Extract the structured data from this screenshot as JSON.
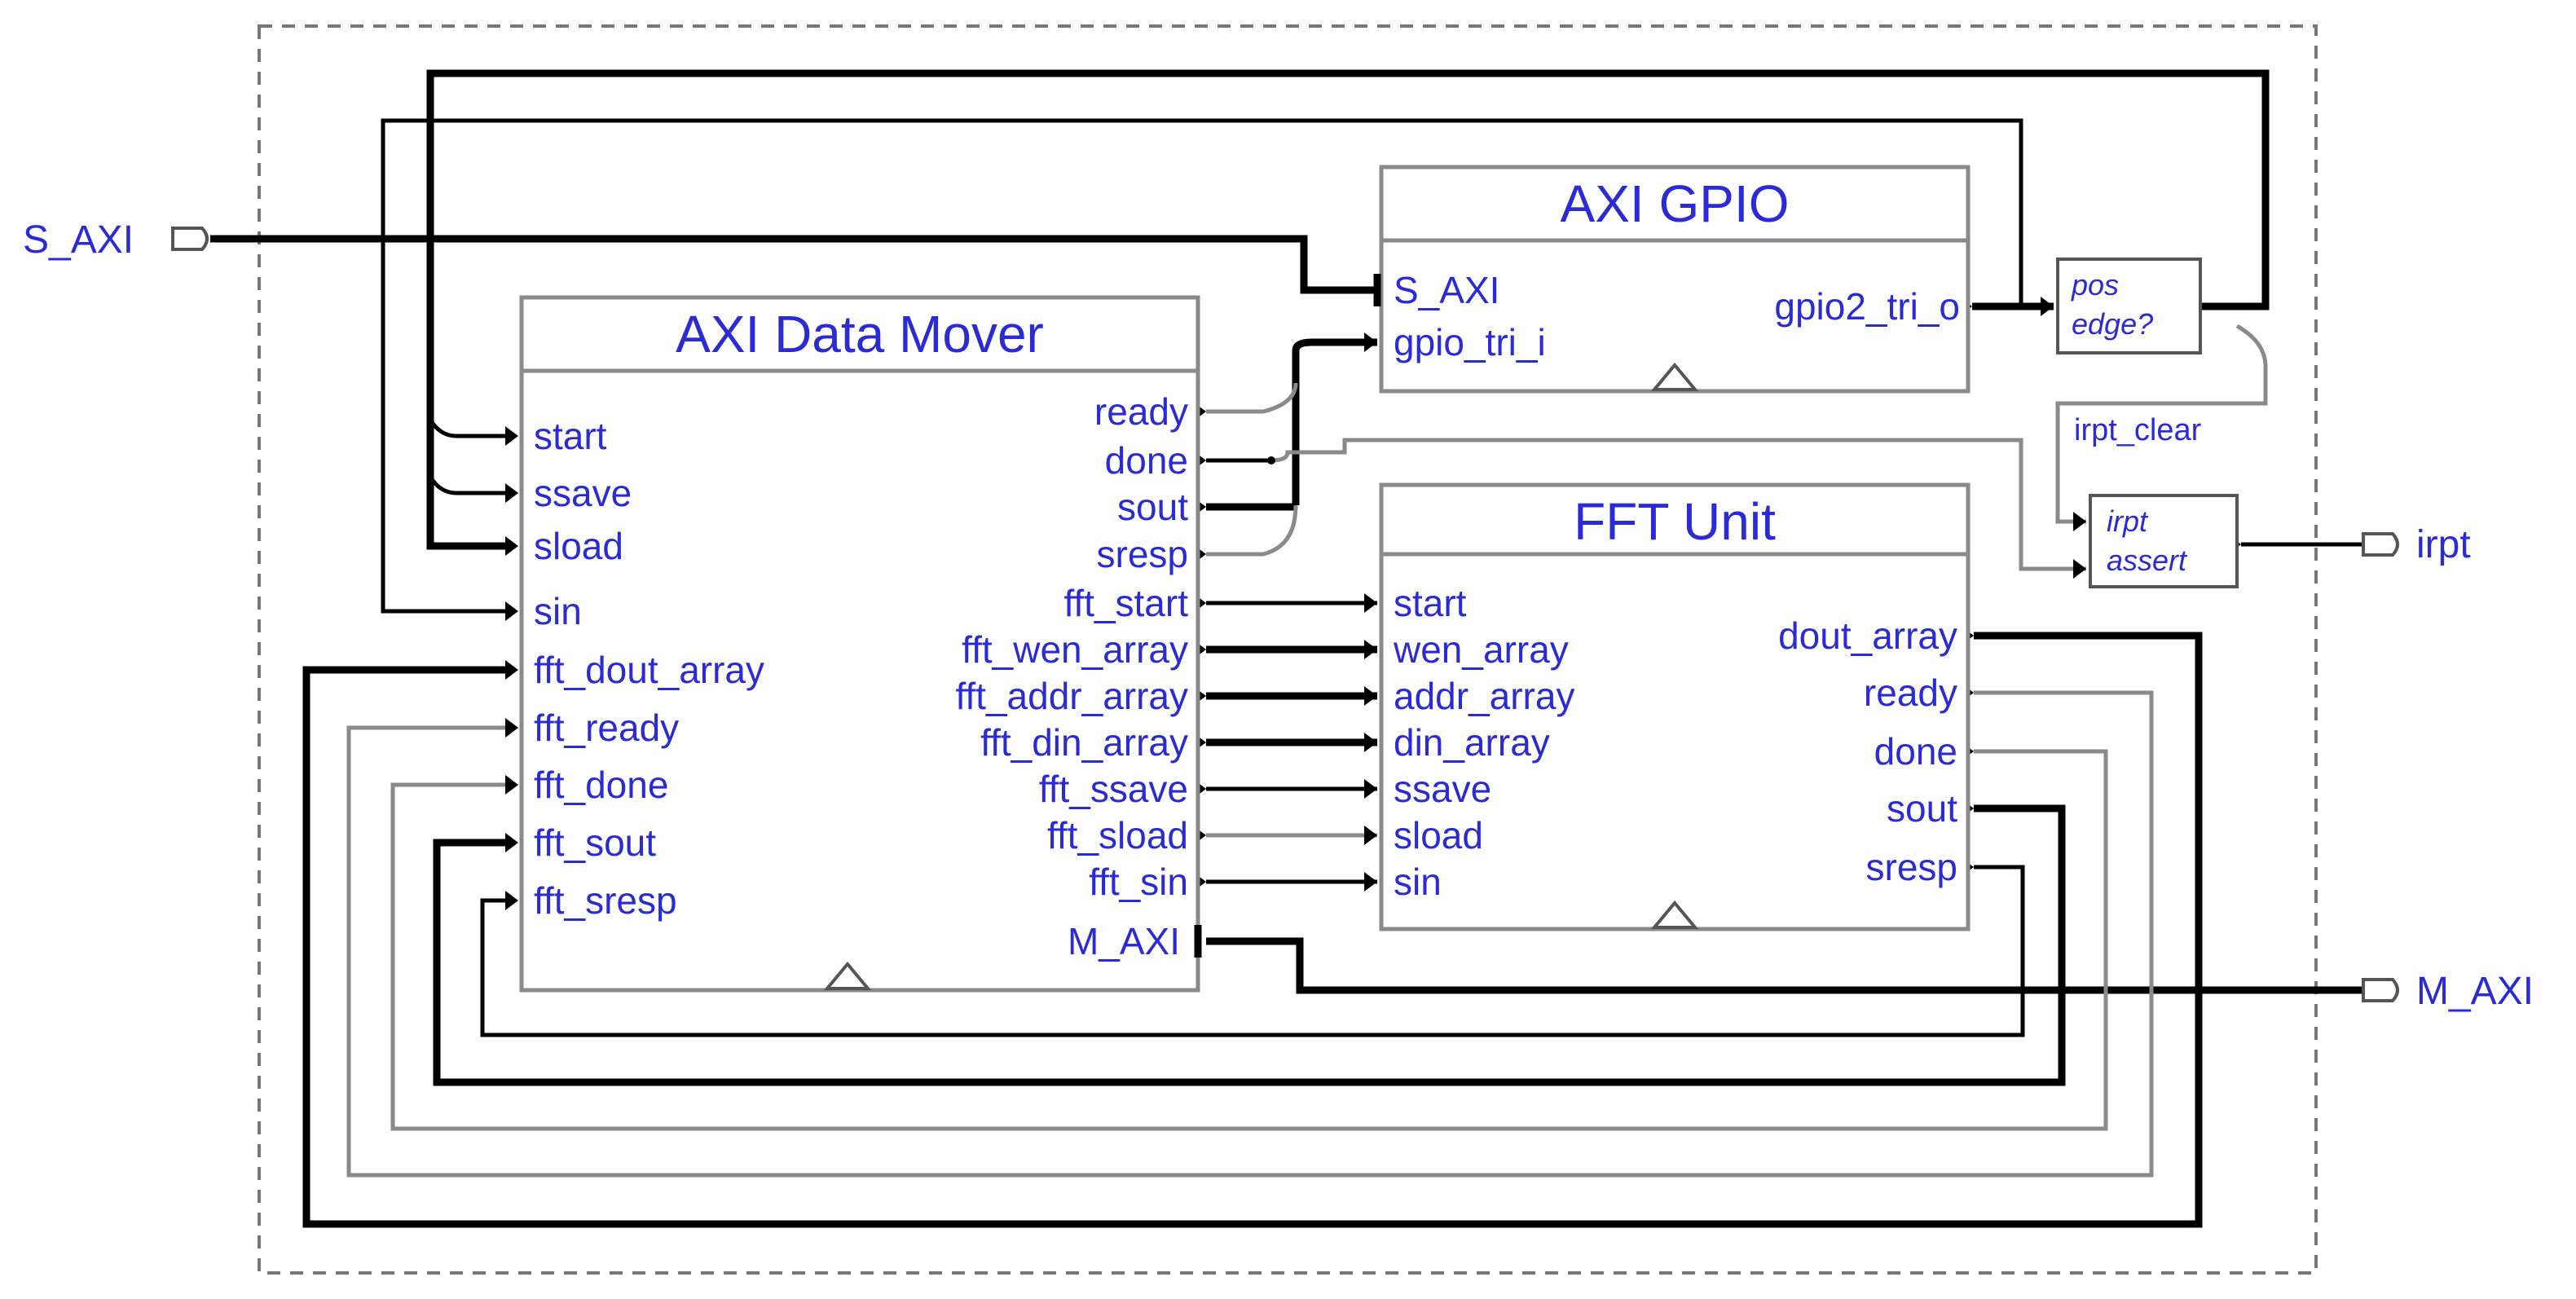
{
  "diagram": {
    "blocks": {
      "axi_gpio": {
        "title": "AXI GPIO",
        "ports_left": [
          "S_AXI",
          "gpio_tri_i"
        ],
        "ports_right": [
          "gpio2_tri_o"
        ]
      },
      "data_mover": {
        "title": "AXI Data Mover",
        "ports_left": [
          "start",
          "ssave",
          "sload",
          "sin",
          "fft_dout_array",
          "fft_ready",
          "fft_done",
          "fft_sout",
          "fft_sresp"
        ],
        "ports_right": [
          "ready",
          "done",
          "sout",
          "sresp",
          "fft_start",
          "fft_wen_array",
          "fft_addr_array",
          "fft_din_array",
          "fft_ssave",
          "fft_sload",
          "fft_sin",
          "M_AXI"
        ]
      },
      "fft_unit": {
        "title": "FFT Unit",
        "ports_left": [
          "start",
          "wen_array",
          "addr_array",
          "din_array",
          "ssave",
          "sload",
          "sin"
        ],
        "ports_right": [
          "dout_array",
          "ready",
          "done",
          "sout",
          "sresp"
        ]
      },
      "pos_edge": {
        "line1": "pos",
        "line2": "edge?"
      },
      "irpt_assert": {
        "line1": "irpt",
        "line2": "assert"
      }
    },
    "external_ports": {
      "s_axi": "S_AXI",
      "irpt": "irpt",
      "m_axi": "M_AXI"
    },
    "wire_labels": {
      "irpt_clear": "irpt_clear"
    }
  },
  "colors": {
    "label": "#2b2bd6",
    "wire": "#000000",
    "gray_wire": "#8a8a8a"
  }
}
